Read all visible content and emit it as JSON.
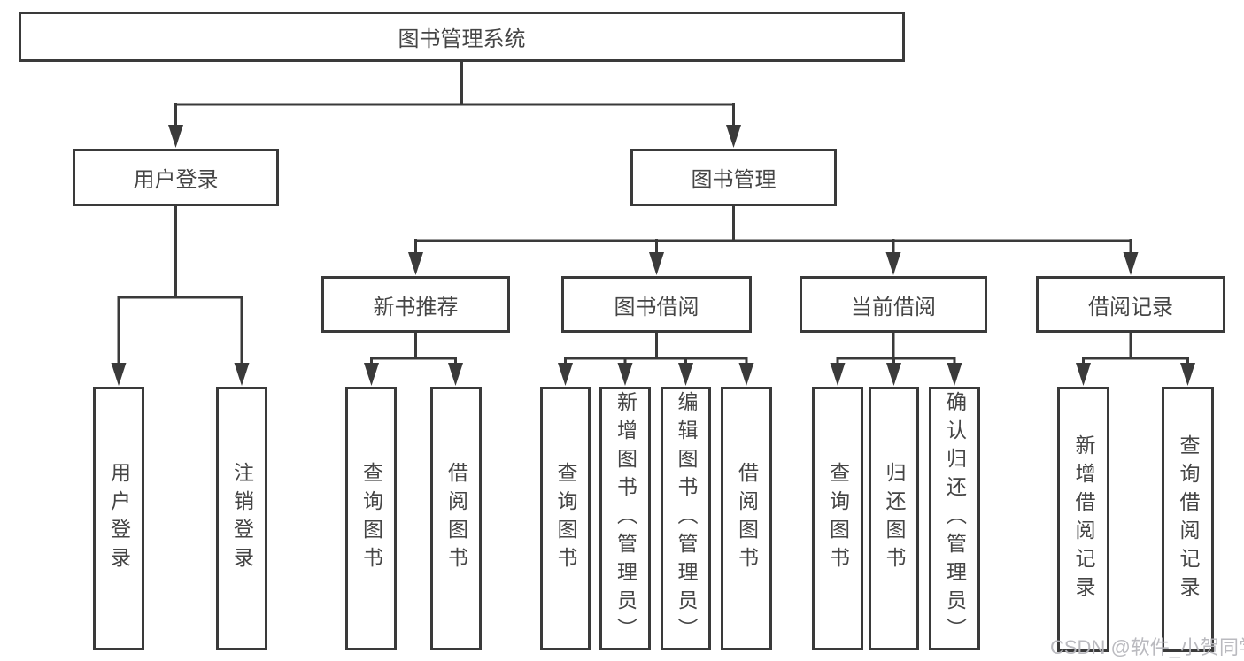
{
  "nodes": {
    "root": {
      "label": "图书管理系统"
    },
    "user_login": {
      "label": "用户登录"
    },
    "book_management": {
      "label": "图书管理"
    },
    "login": {
      "label": "用户登录"
    },
    "logout": {
      "label": "注销登录"
    },
    "new_book_recommend": {
      "label": "新书推荐"
    },
    "book_borrowing": {
      "label": "图书借阅"
    },
    "current_borrowing": {
      "label": "当前借阅"
    },
    "borrowing_records": {
      "label": "借阅记录"
    },
    "nbr_query_books": {
      "label": "查询图书"
    },
    "nbr_borrow_books": {
      "label": "借阅图书"
    },
    "bb_query_books": {
      "label": "查询图书"
    },
    "bb_add_books_admin": {
      "label": "新增图书（管理员）"
    },
    "bb_edit_books_admin": {
      "label": "编辑图书（管理员）"
    },
    "bb_borrow_books": {
      "label": "借阅图书"
    },
    "cb_query_books": {
      "label": "查询图书"
    },
    "cb_return_books": {
      "label": "归还图书"
    },
    "cb_confirm_return_admin": {
      "label": "确认归还（管理员）"
    },
    "br_add_record": {
      "label": "新增借阅记录"
    },
    "br_query_record": {
      "label": "查询借阅记录"
    }
  },
  "edges": [
    [
      "root",
      "user_login"
    ],
    [
      "root",
      "book_management"
    ],
    [
      "user_login",
      "login"
    ],
    [
      "user_login",
      "logout"
    ],
    [
      "book_management",
      "new_book_recommend"
    ],
    [
      "book_management",
      "book_borrowing"
    ],
    [
      "book_management",
      "current_borrowing"
    ],
    [
      "book_management",
      "borrowing_records"
    ],
    [
      "new_book_recommend",
      "nbr_query_books"
    ],
    [
      "new_book_recommend",
      "nbr_borrow_books"
    ],
    [
      "book_borrowing",
      "bb_query_books"
    ],
    [
      "book_borrowing",
      "bb_add_books_admin"
    ],
    [
      "book_borrowing",
      "bb_edit_books_admin"
    ],
    [
      "book_borrowing",
      "bb_borrow_books"
    ],
    [
      "current_borrowing",
      "cb_query_books"
    ],
    [
      "current_borrowing",
      "cb_return_books"
    ],
    [
      "current_borrowing",
      "cb_confirm_return_admin"
    ],
    [
      "borrowing_records",
      "br_add_record"
    ],
    [
      "borrowing_records",
      "br_query_record"
    ]
  ],
  "watermark": {
    "text": "CSDN @软件_小贺同学"
  },
  "colors": {
    "line": "#3a3a3a",
    "box_border": "#3a3a3a",
    "text": "#454545",
    "watermark": "#b6b6bc",
    "background": "#ffffff"
  }
}
